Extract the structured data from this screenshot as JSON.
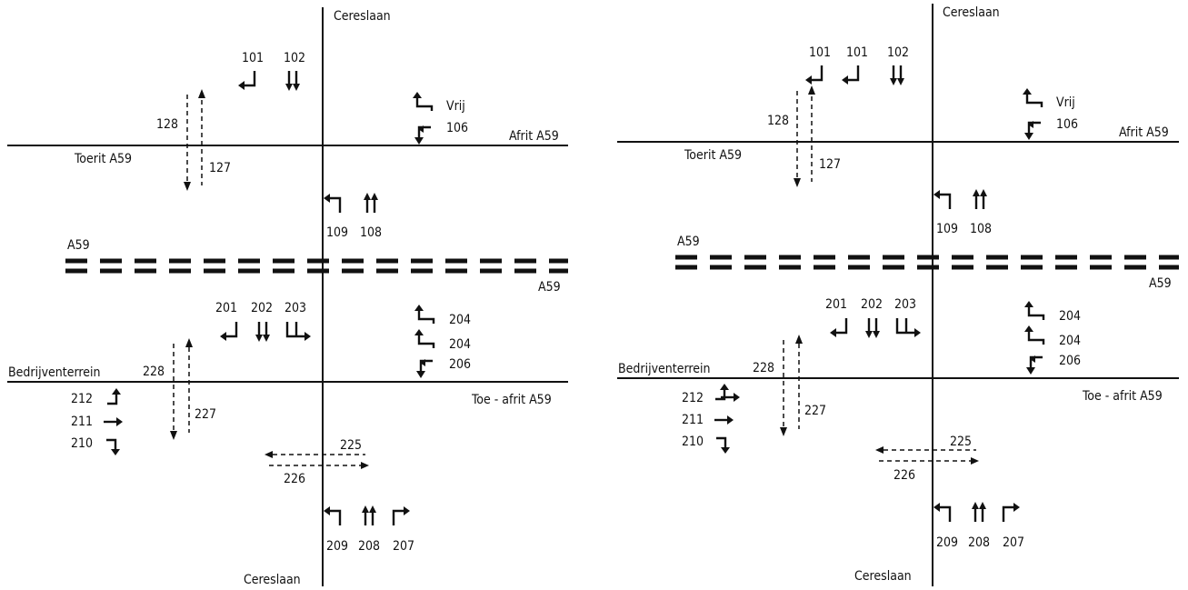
{
  "panels": [
    {
      "id": "left",
      "roads": {
        "top": "Cereslaan",
        "bottom": "Cereslaan",
        "offramp_north": "Afrit A59",
        "onramp_north": "Toerit A59",
        "a59_west": "A59",
        "a59_east": "A59",
        "bedrijventerrein": "Bedrijventerrein",
        "ramp_south": "Toe - afrit A59"
      },
      "signals": {
        "s101": "101",
        "s102": "102",
        "vrij": "Vrij",
        "s106": "106",
        "s128": "128",
        "s127": "127",
        "s109": "109",
        "s108": "108",
        "s201": "201",
        "s202": "202",
        "s203": "203",
        "s204a": "204",
        "s204b": "204",
        "s206": "206",
        "s228": "228",
        "s227": "227",
        "s212": "212",
        "s211": "211",
        "s210": "210",
        "s225": "225",
        "s226": "226",
        "s209": "209",
        "s208": "208",
        "s207": "207"
      }
    },
    {
      "id": "right",
      "roads": {
        "top": "Cereslaan",
        "bottom": "Cereslaan",
        "offramp_north": "Afrit A59",
        "onramp_north": "Toerit A59",
        "a59_west": "A59",
        "a59_east": "A59",
        "bedrijventerrein": "Bedrijventerrein",
        "ramp_south": "Toe - afrit A59"
      },
      "signals": {
        "s101a": "101",
        "s101b": "101",
        "s102": "102",
        "vrij": "Vrij",
        "s106": "106",
        "s128": "128",
        "s127": "127",
        "s109": "109",
        "s108": "108",
        "s201": "201",
        "s202": "202",
        "s203": "203",
        "s204a": "204",
        "s204b": "204",
        "s206": "206",
        "s228": "228",
        "s227": "227",
        "s212": "212",
        "s211": "211",
        "s210": "210",
        "s225": "225",
        "s226": "226",
        "s209": "209",
        "s208": "208",
        "s207": "207"
      }
    }
  ]
}
